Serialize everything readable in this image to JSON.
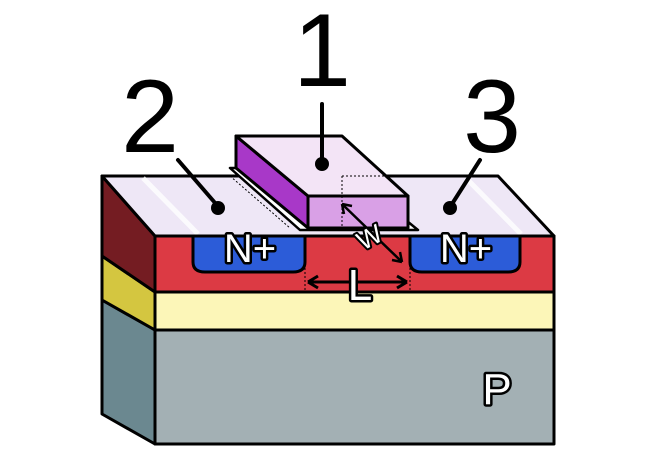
{
  "callouts": {
    "gate": "1",
    "source": "2",
    "drain": "3"
  },
  "regions": {
    "source_label": "N+",
    "drain_label": "N+",
    "substrate_label": "P",
    "length_label": "L",
    "width_label": "W"
  },
  "colors": {
    "substrate_front": "#a3b0b4",
    "substrate_side": "#6b8890",
    "oxide_layer_front": "#fcf6b8",
    "oxide_layer_side": "#d4c640",
    "p_well_front": "#dc3a44",
    "p_well_side": "#741c22",
    "n_plus_region": "#2c5cd8",
    "top_surface": "#eee7f6",
    "gate_top": "#f3e4f6",
    "gate_front": "#d9a0e6",
    "gate_side": "#a838c8",
    "outline": "#000000"
  }
}
